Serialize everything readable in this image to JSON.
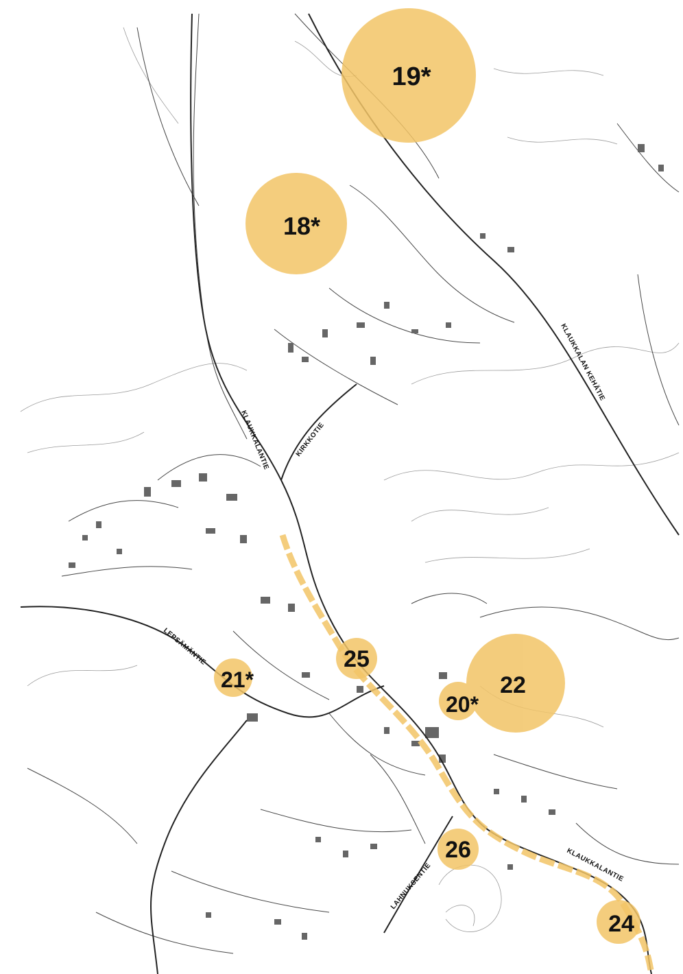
{
  "map": {
    "highlight_color": "#f2c466",
    "road_color": "#222222",
    "road_labels": {
      "klaukkalan_kehatie": "KLAUKKALAN KEHÄTIE",
      "klaukkalantie_north": "KLAUKKALANTIE",
      "kirkkotie": "KIRKKOTIE",
      "lepsamantie": "LEPSÄMÄNTIE",
      "klaukkalantie_south": "KLAUKKALANTIE",
      "lahnuksentie": "LAHNUKSENTIE"
    },
    "sites": {
      "s19": "19*",
      "s18": "18*",
      "s25": "25",
      "s22": "22",
      "s20": "20*",
      "s21": "21*",
      "s26": "26",
      "s24": "24"
    }
  }
}
